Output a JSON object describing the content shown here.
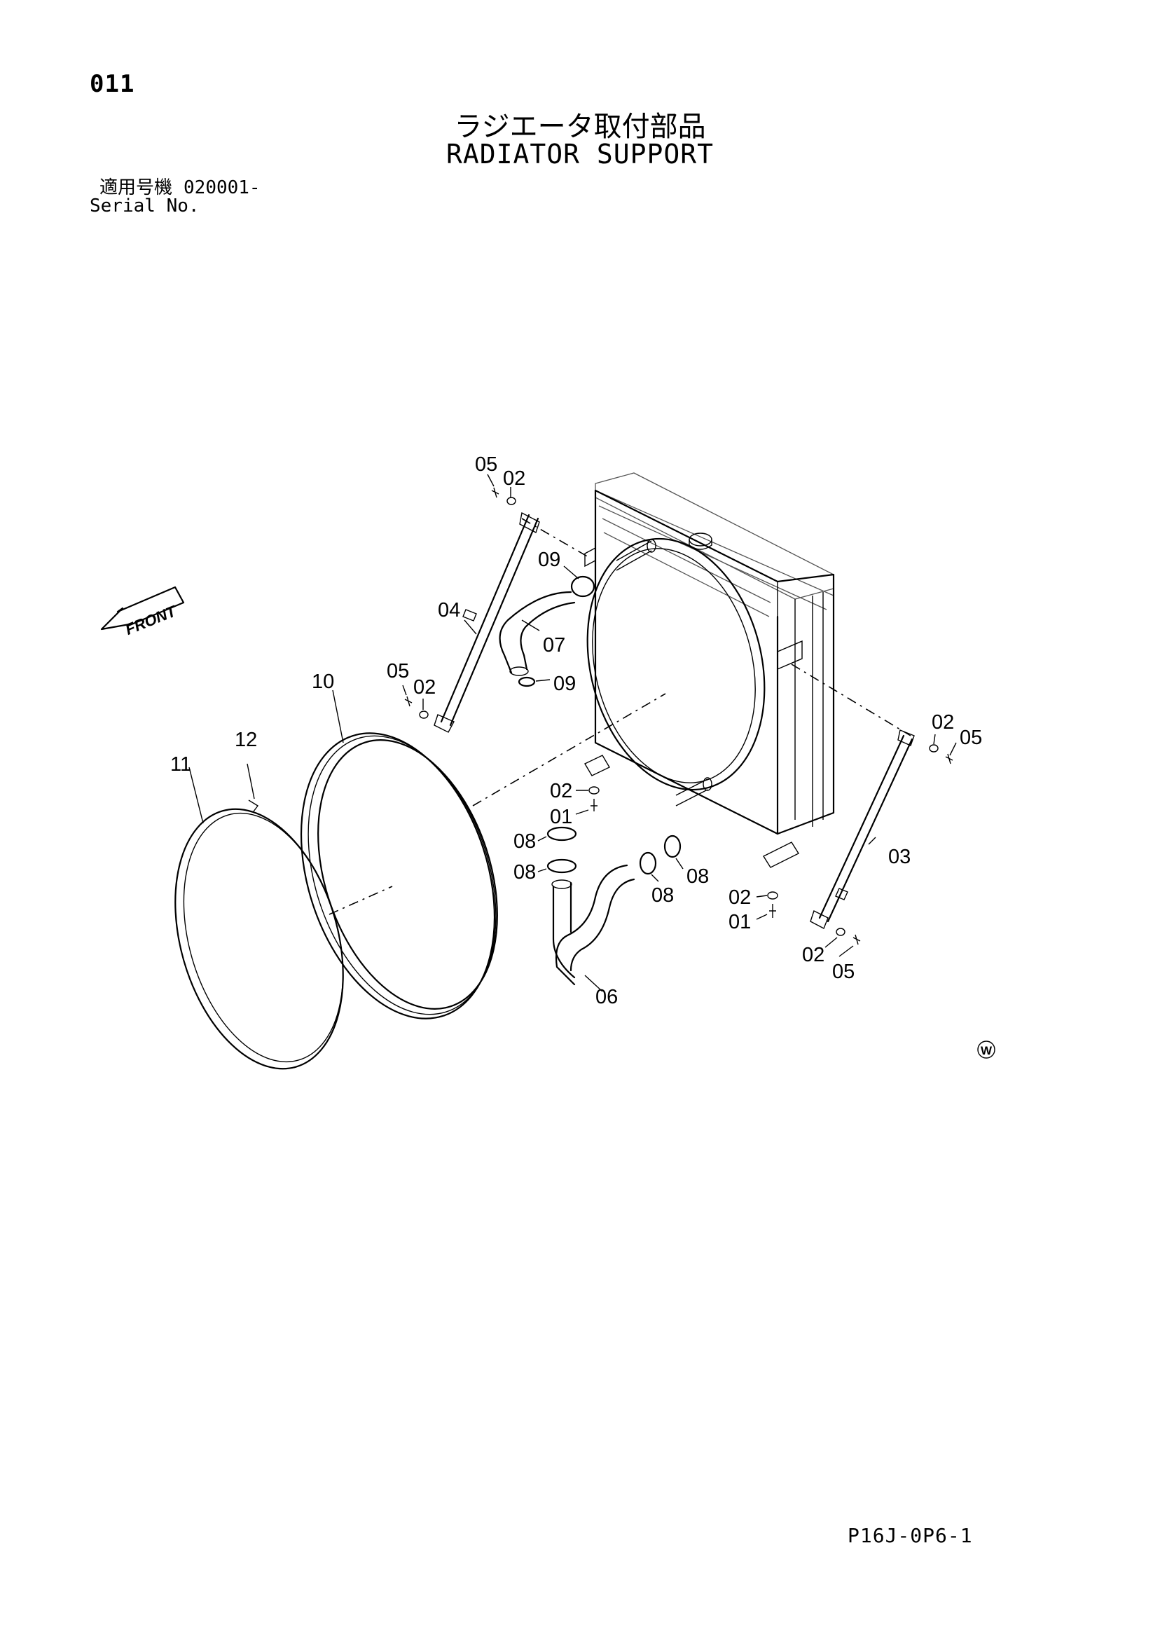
{
  "page": {
    "number": "011",
    "title_jp": "ラジエータ取付部品",
    "title_en": "RADIATOR SUPPORT",
    "serial_label_jp": "適用号機",
    "serial_value": "020001-",
    "serial_label_en": "Serial No.",
    "doc_code": "P16J-0P6-1"
  },
  "diagram": {
    "front_label": "FRONT",
    "watermark_symbol": "W",
    "callouts": [
      {
        "id": "c-05-top",
        "text": "05"
      },
      {
        "id": "c-02-top",
        "text": "02"
      },
      {
        "id": "c-09-top",
        "text": "09"
      },
      {
        "id": "c-04",
        "text": "04"
      },
      {
        "id": "c-07",
        "text": "07"
      },
      {
        "id": "c-09-mid",
        "text": "09"
      },
      {
        "id": "c-05-mid",
        "text": "05"
      },
      {
        "id": "c-02-mid",
        "text": "02"
      },
      {
        "id": "c-10",
        "text": "10"
      },
      {
        "id": "c-12",
        "text": "12"
      },
      {
        "id": "c-11",
        "text": "11"
      },
      {
        "id": "c-02-right",
        "text": "02"
      },
      {
        "id": "c-05-right",
        "text": "05"
      },
      {
        "id": "c-02-lower",
        "text": "02"
      },
      {
        "id": "c-01-lower",
        "text": "01"
      },
      {
        "id": "c-08-a",
        "text": "08"
      },
      {
        "id": "c-08-b",
        "text": "08"
      },
      {
        "id": "c-08-c",
        "text": "08"
      },
      {
        "id": "c-08-d",
        "text": "08"
      },
      {
        "id": "c-03",
        "text": "03"
      },
      {
        "id": "c-02-bottom",
        "text": "02"
      },
      {
        "id": "c-01-bottom",
        "text": "01"
      },
      {
        "id": "c-02-br",
        "text": "02"
      },
      {
        "id": "c-05-br",
        "text": "05"
      },
      {
        "id": "c-06",
        "text": "06"
      }
    ]
  }
}
